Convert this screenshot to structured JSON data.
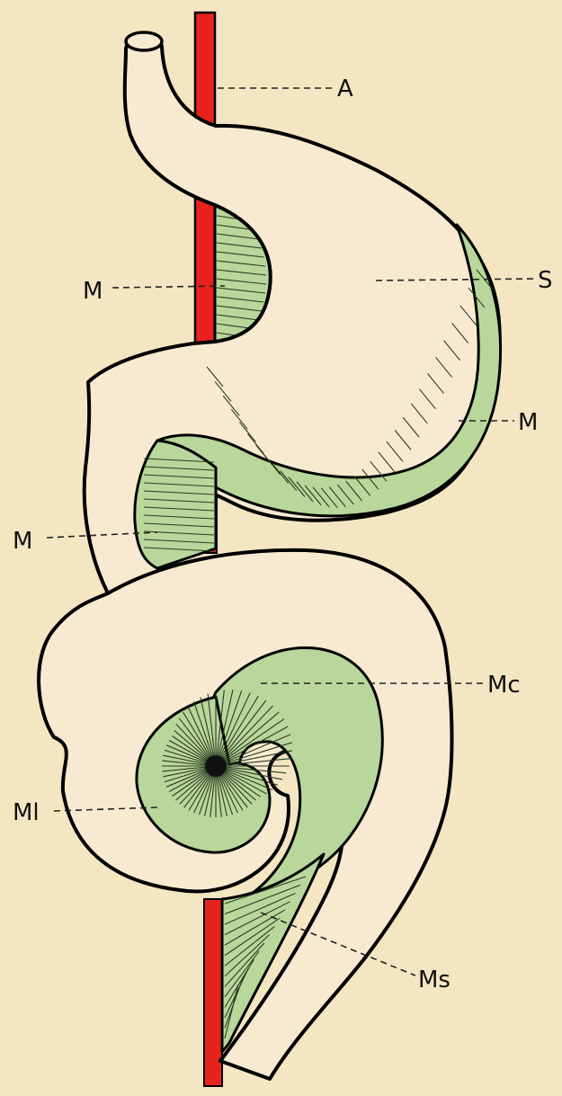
{
  "colors": {
    "background": "#f4e6c2",
    "aorta": "#e8231e",
    "mesentery": "#b9d79a",
    "gut_fill": "#f7ead0",
    "outline": "#000000"
  },
  "labels": {
    "aorta": "A",
    "stomach": "S",
    "mesentery_dorsal_upper": "M",
    "mesentery_stomach": "M",
    "mesentery_duodenum": "M",
    "mesocolon": "Mc",
    "mesentery_intestine": "Ml",
    "mesentery_small": "Ms"
  }
}
